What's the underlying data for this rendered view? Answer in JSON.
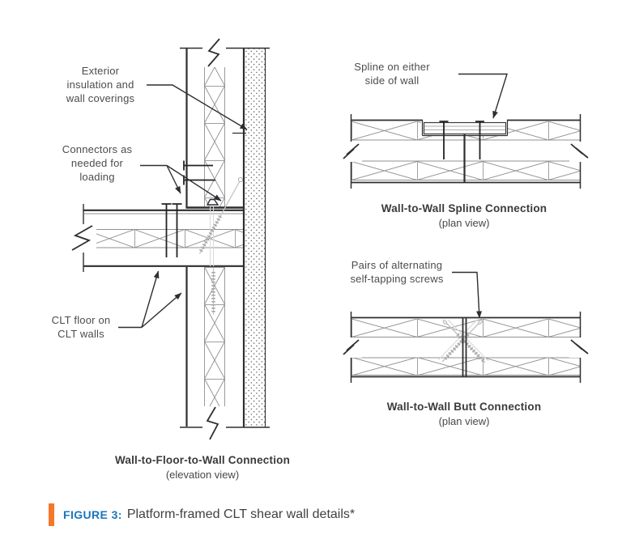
{
  "colors": {
    "accent_orange": "#F4772B",
    "figure_label_blue": "#1B75BC",
    "label_text_gray": "#4C4C4E",
    "title_text_gray": "#3A3A3C",
    "line_dark": "#2E2E30",
    "hatch_gray": "#8F9093"
  },
  "elevation": {
    "label_insulation": "Exterior\ninsulation and\nwall coverings",
    "label_connectors": "Connectors as\nneeded for\nloading",
    "label_floor": "CLT floor on\nCLT walls",
    "title": "Wall-to-Floor-to-Wall Connection",
    "view": "(elevation view)"
  },
  "spline": {
    "label": "Spline on either\nside of wall",
    "title": "Wall-to-Wall Spline Connection",
    "view": "(plan view)"
  },
  "butt": {
    "label": "Pairs of alternating\nself-tapping screws",
    "title": "Wall-to-Wall Butt Connection",
    "view": "(plan view)"
  },
  "caption": {
    "label": "FIGURE 3:",
    "text": "Platform-framed CLT shear wall details*"
  }
}
